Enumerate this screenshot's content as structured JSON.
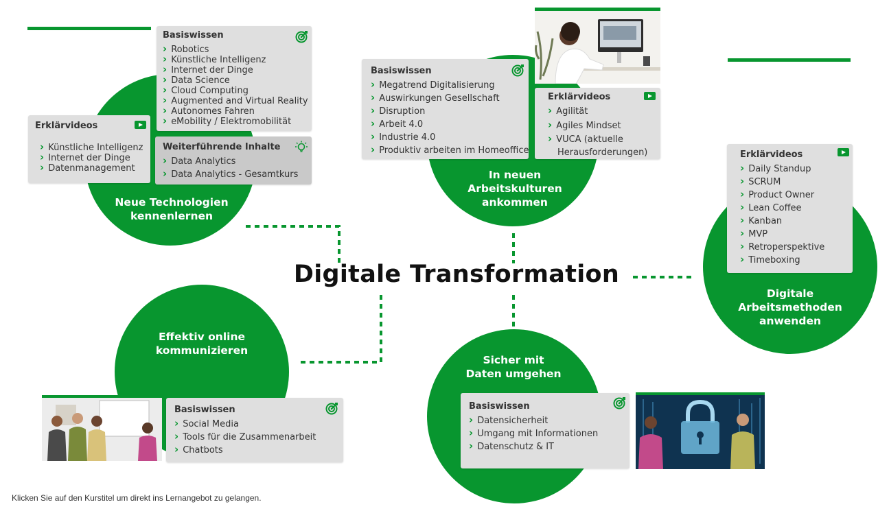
{
  "title": "Digitale Transformation",
  "footer": "Klicken Sie auf den Kurstitel um direkt ins Lernangebot zu gelangen.",
  "colors": {
    "accent": "#08962f",
    "box": "#dfdfdf",
    "box_dark": "#c9c9c9"
  },
  "topics": {
    "tech": {
      "label": "Neue Technologien\nkennenlernen",
      "basis": {
        "title": "Basiswissen",
        "icon": "target-icon",
        "items": [
          "Robotics",
          "Künstliche Intelligenz",
          "Internet der Dinge",
          "Data Science",
          "Cloud Computing",
          "Augmented and Virtual Reality",
          "Autonomes Fahren",
          "eMobility / Elektromobilität"
        ]
      },
      "videos": {
        "title": "Erklärvideos",
        "icon": "play-icon",
        "items": [
          "Künstliche Intelligenz",
          "Internet der Dinge",
          "Datenmanagement"
        ]
      },
      "further": {
        "title": "Weiterführende Inhalte",
        "icon": "lightbulb-icon",
        "items": [
          "Data Analytics",
          "Data Analytics - Gesamtkurs"
        ]
      }
    },
    "culture": {
      "label": "In neuen\nArbeitskulturen\nankommen",
      "basis": {
        "title": "Basiswissen",
        "icon": "target-icon",
        "items": [
          "Megatrend Digitalisierung",
          "Auswirkungen Gesellschaft",
          "Disruption",
          "Arbeit 4.0",
          "Industrie 4.0",
          "Produktiv arbeiten im Homeoffice"
        ]
      },
      "videos": {
        "title": "Erklärvideos",
        "icon": "play-icon",
        "items": [
          "Agilität",
          "Agiles Mindset",
          "VUCA (aktuelle Herausforderungen)"
        ]
      }
    },
    "methods": {
      "label": "Digitale\nArbeitsmethoden\nanwenden",
      "videos": {
        "title": "Erklärvideos",
        "icon": "play-icon",
        "items": [
          "Daily Standup",
          "SCRUM",
          "Product Owner",
          "Lean Coffee",
          "Kanban",
          "MVP",
          "Retroperspektive",
          "Timeboxing"
        ]
      }
    },
    "communication": {
      "label": "Effektiv online\nkommunizieren",
      "basis": {
        "title": "Basiswissen",
        "icon": "target-icon",
        "items": [
          "Social Media",
          "Tools für die Zusammenarbeit",
          "Chatbots"
        ]
      }
    },
    "data": {
      "label": "Sicher mit\nDaten umgehen",
      "basis": {
        "title": "Basiswissen",
        "icon": "target-icon",
        "items": [
          "Datensicherheit",
          "Umgang mit Informationen",
          "Datenschutz & IT"
        ]
      }
    }
  }
}
